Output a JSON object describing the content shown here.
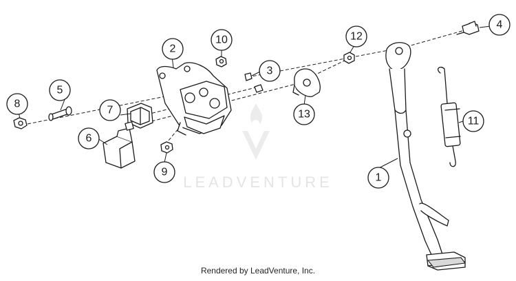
{
  "watermark": {
    "text": "LEADVENTURE"
  },
  "credit": "Rendered by LeadVenture, Inc.",
  "callouts": [
    "1",
    "2",
    "3",
    "4",
    "5",
    "6",
    "7",
    "8",
    "9",
    "10",
    "11",
    "12",
    "13"
  ]
}
